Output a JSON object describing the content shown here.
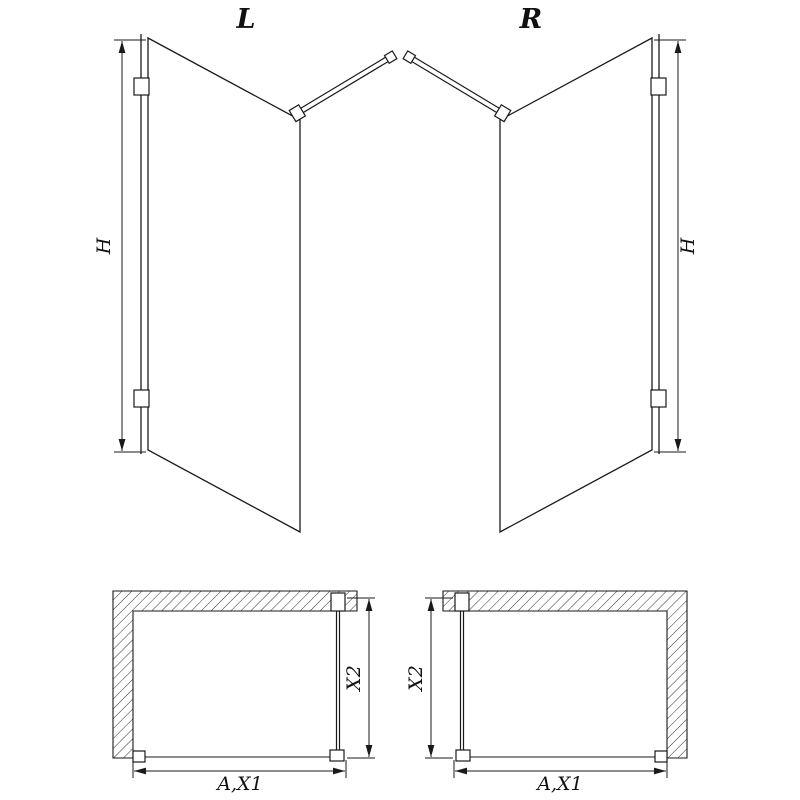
{
  "diagram": {
    "background_color": "#ffffff",
    "line_color": "#1a1a1a",
    "views": {
      "perspective_left": {
        "label": "L",
        "height_dim": "H"
      },
      "perspective_right": {
        "label": "R",
        "height_dim": "H"
      },
      "plan_left": {
        "width_dim": "A,X1",
        "depth_dim": "X2"
      },
      "plan_right": {
        "width_dim": "A,X1",
        "depth_dim": "X2"
      }
    }
  }
}
